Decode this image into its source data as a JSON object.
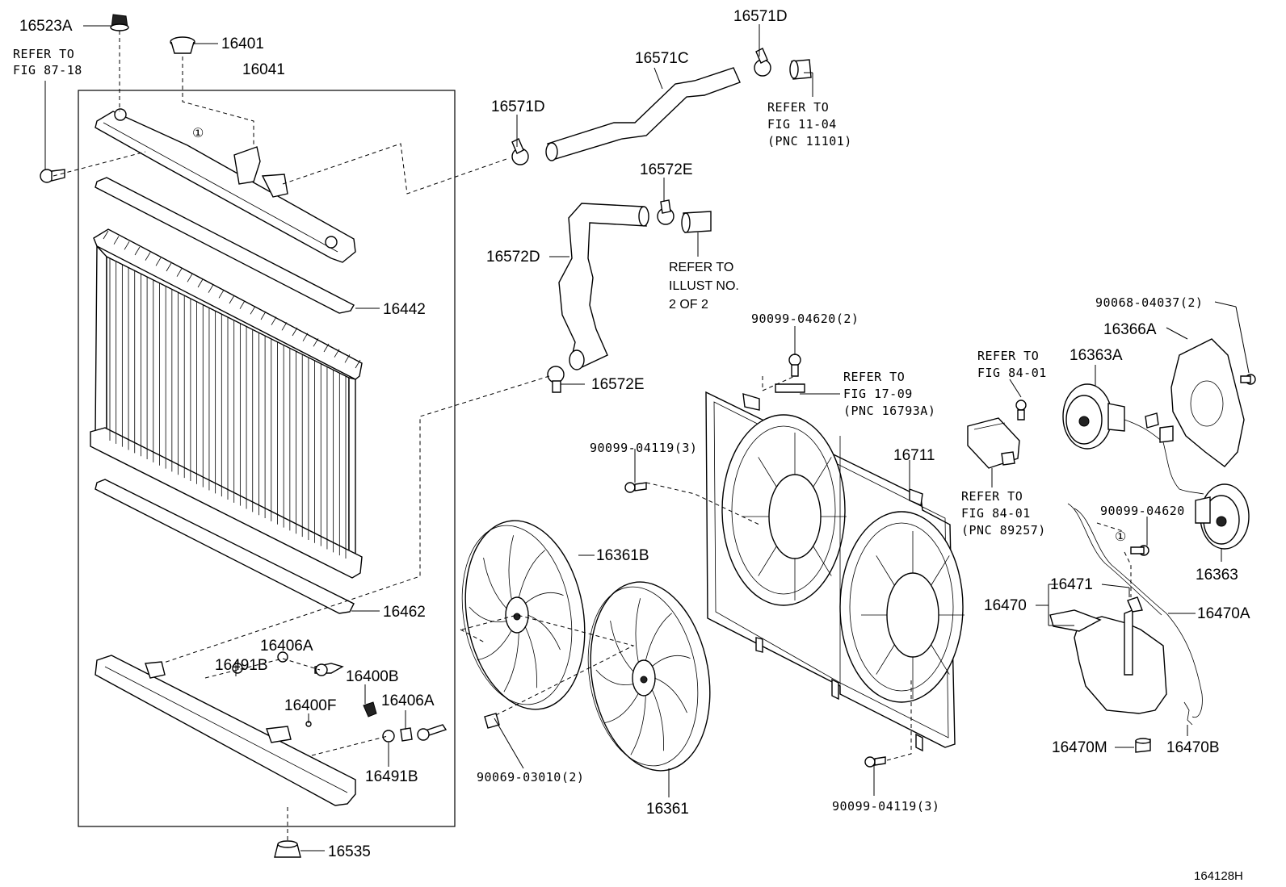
{
  "figure_id": "164128H",
  "labels": {
    "p16523A": "16523A",
    "p16401": "16401",
    "p16041": "16041",
    "p16442": "16442",
    "p16462": "16462",
    "p16406A_1": "16406A",
    "p16491B_1": "16491B",
    "p16400B": "16400B",
    "p16400F": "16400F",
    "p16406A_2": "16406A",
    "p16491B_2": "16491B",
    "p16535": "16535",
    "p16571D_top": "16571D",
    "p16571C": "16571C",
    "p16571D_left": "16571D",
    "p16572E_top": "16572E",
    "p16572D": "16572D",
    "p16572E_bottom": "16572E",
    "p16361B": "16361B",
    "p16361": "16361",
    "p90069_03010": "90069-03010(2)",
    "p90099_04620_2": "90099-04620(2)",
    "p90099_04119_top": "90099-04119(3)",
    "p90099_04119_bottom": "90099-04119(3)",
    "p16711": "16711",
    "p90068_04037": "90068-04037(2)",
    "p16366A": "16366A",
    "p16363A": "16363A",
    "p90099_04620": "90099-04620",
    "p16363": "16363",
    "p16470": "16470",
    "p16471": "16471",
    "p16470A": "16470A",
    "p16470M": "16470M",
    "p16470B": "16470B",
    "circle_ref_1": "①",
    "circle_ref_2": "①"
  },
  "refer_notes": {
    "fig_87_18": [
      "REFER TO",
      "FIG 87-18"
    ],
    "fig_11_04": [
      "REFER TO",
      "FIG 11-04",
      "(PNC 11101)"
    ],
    "illust_2_of_2": [
      "REFER TO",
      "ILLUST NO.",
      "2 OF 2"
    ],
    "fig_17_09": [
      "REFER TO",
      "FIG 17-09",
      "(PNC 16793A)"
    ],
    "fig_84_01_top": [
      "REFER TO",
      "FIG 84-01"
    ],
    "fig_84_01_bottom": [
      "REFER TO",
      "FIG 84-01",
      "(PNC 89257)"
    ]
  }
}
